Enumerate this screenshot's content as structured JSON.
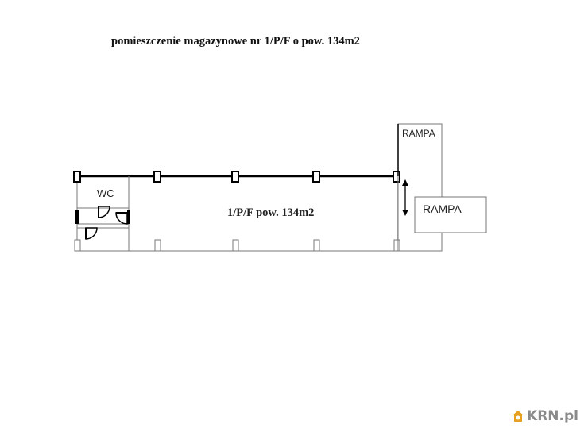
{
  "title": "pomieszczenie magazynowe nr 1/P/F o pow. 134m2",
  "labels": {
    "wc": "WC",
    "rampa_top": "RAMPA",
    "rampa_side": "RAMPA",
    "main_room": "1/P/F pow. 134m2"
  },
  "watermark": {
    "text": "KRN.pl",
    "icon": "house-logo-icon",
    "icon_color": "#e8a020"
  },
  "colors": {
    "line": "#000000",
    "wall_light": "#888888"
  }
}
